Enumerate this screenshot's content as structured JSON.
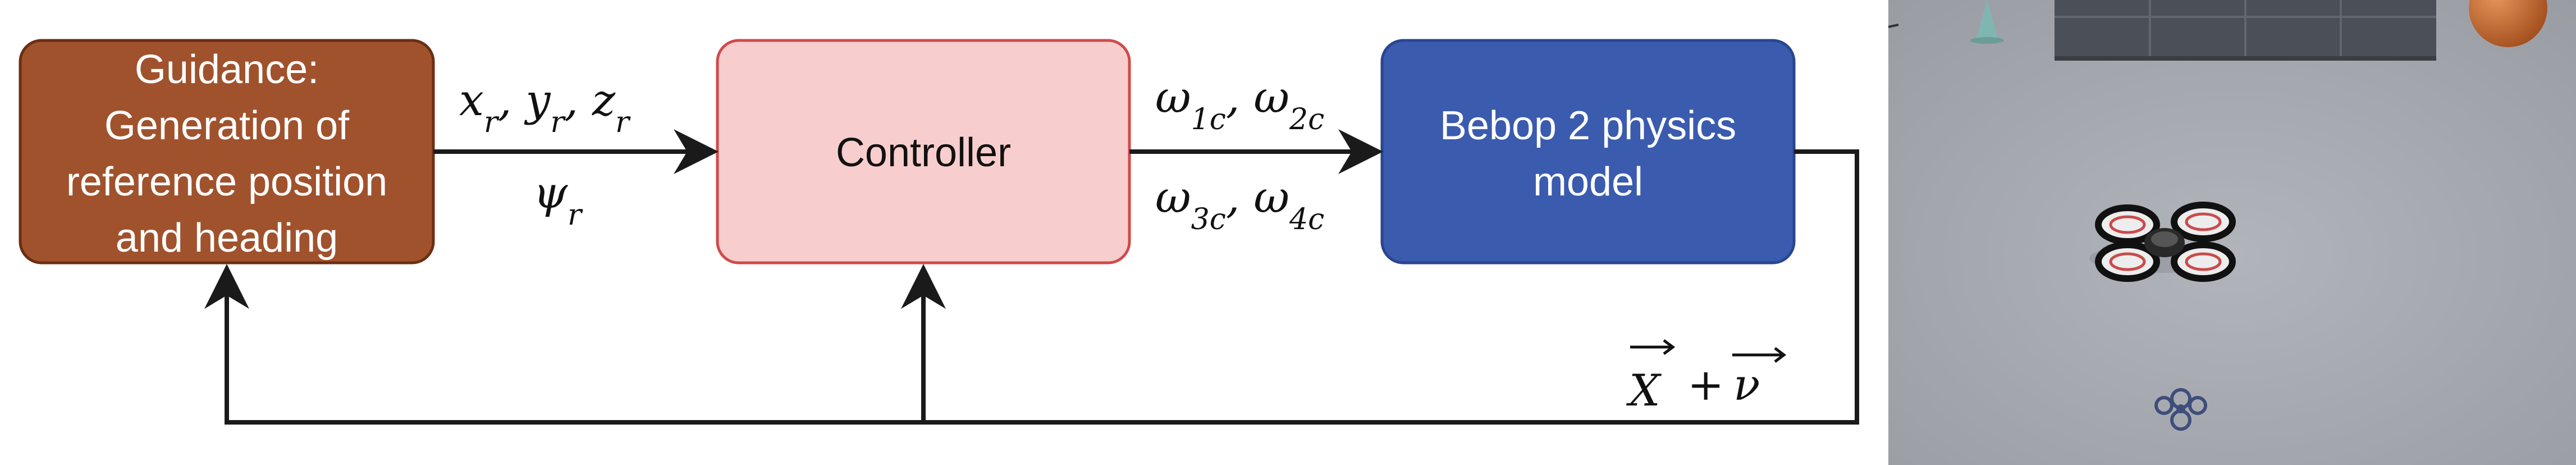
{
  "diagram": {
    "guidance_block": {
      "lines": [
        "Guidance:",
        "Generation of",
        "reference position",
        "and heading"
      ],
      "fill": "#A0522D",
      "stroke": "#6B2E12",
      "text_color": "#FFFFFF"
    },
    "controller_block": {
      "label": "Controller",
      "fill": "#F7CDCD",
      "stroke": "#D04A4A",
      "text_color": "#111111"
    },
    "model_block": {
      "lines": [
        "Bebop 2 physics",
        "model"
      ],
      "fill": "#3A5BAE",
      "stroke": "#2A4590",
      "text_color": "#FFFFFF"
    },
    "signals": {
      "reference_xyz": "x_r, y_r, z_r",
      "reference_heading": "ψ_r",
      "motor_cmds_12": "ω_1c, ω_2c",
      "motor_cmds_34": "ω_3c, ω_4c",
      "feedback_state": "X + ν"
    }
  },
  "sim_view": {
    "background": "#A9ABB2"
  }
}
